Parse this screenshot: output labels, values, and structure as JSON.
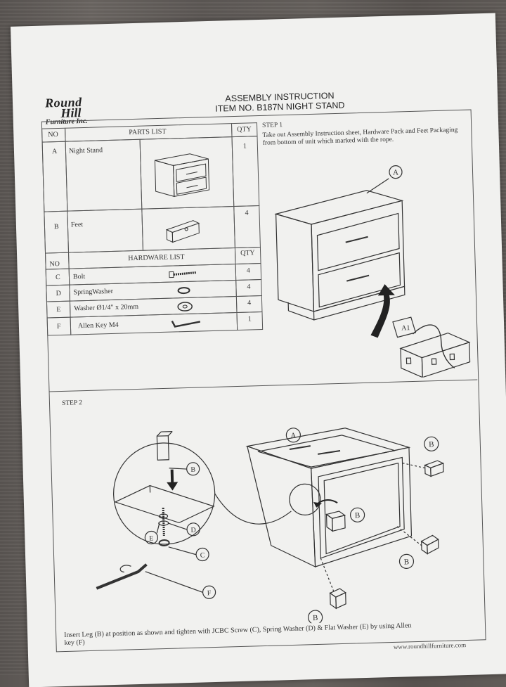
{
  "header": {
    "brand_line1": "Round",
    "brand_line2": "Hill",
    "brand_line3": "Furniture Inc.",
    "title_line1": "ASSEMBLY INSTRUCTION",
    "title_line2": "ITEM NO. B187N NIGHT STAND"
  },
  "parts_table": {
    "col_no": "NO",
    "col_title": "PARTS LIST",
    "col_qty": "QTY",
    "rows": [
      {
        "no": "A",
        "name": "Night Stand",
        "qty": "1"
      },
      {
        "no": "B",
        "name": "Feet",
        "qty": "4"
      }
    ]
  },
  "hardware_table": {
    "col_no": "NO",
    "col_title": "HARDWARE LIST",
    "col_qty": "QTY",
    "rows": [
      {
        "no": "C",
        "name": "Bolt",
        "qty": "4"
      },
      {
        "no": "D",
        "name": "SpringWasher",
        "qty": "4"
      },
      {
        "no": "E",
        "name": "Washer Ø1/4\" x 20mm",
        "qty": "4"
      },
      {
        "no": "F",
        "name": "Allen Key M4",
        "qty": "1"
      }
    ]
  },
  "step1": {
    "label": "STEP 1",
    "text": "Take out Assembly Instruction sheet, Hardware Pack and Feet Packaging from bottom of unit which marked with the rope.",
    "callout_a": "A",
    "box_label": "A1"
  },
  "step2": {
    "label": "STEP 2",
    "callout_a": "A",
    "callout_b": "B",
    "callout_c": "C",
    "callout_d": "D",
    "callout_e": "E",
    "callout_f": "F",
    "caption": "Insert Leg (B) at position as shown and tighten with JCBC Screw (C), Spring Washer (D) & Flat Washer (E) by using Allen key (F)"
  },
  "footer": {
    "url": "www.roundhillfurniture.com"
  },
  "colors": {
    "background": "#5d5855",
    "paper": "#f1f1ef",
    "ink": "#333333"
  }
}
